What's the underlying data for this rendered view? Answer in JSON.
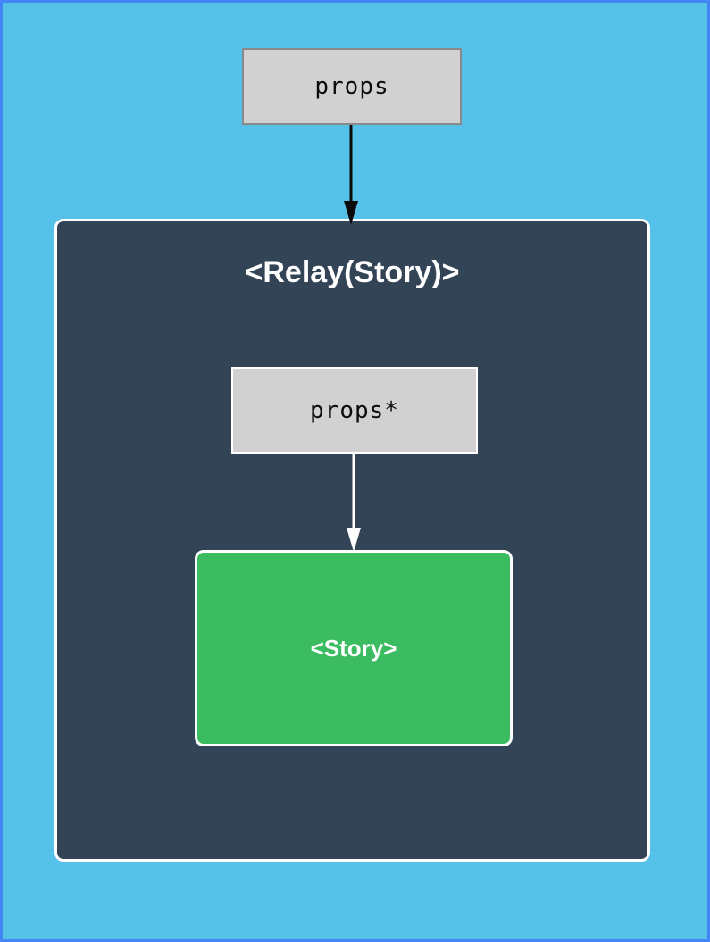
{
  "diagram": {
    "outer_props_label": "props",
    "relay_title": "<Relay(Story)>",
    "inner_props_label": "props*",
    "story_label": "<Story>",
    "colors": {
      "page_background": "#55C1E9",
      "page_border": "#4285F4",
      "container_background": "#344457",
      "container_border": "#FFFFFF",
      "gray_box_fill": "#D1D1D1",
      "gray_box_border": "#8A8A8A",
      "story_fill": "#3CBC61",
      "arrow_dark": "#0A0A0A",
      "arrow_light": "#FFFFFF"
    }
  }
}
